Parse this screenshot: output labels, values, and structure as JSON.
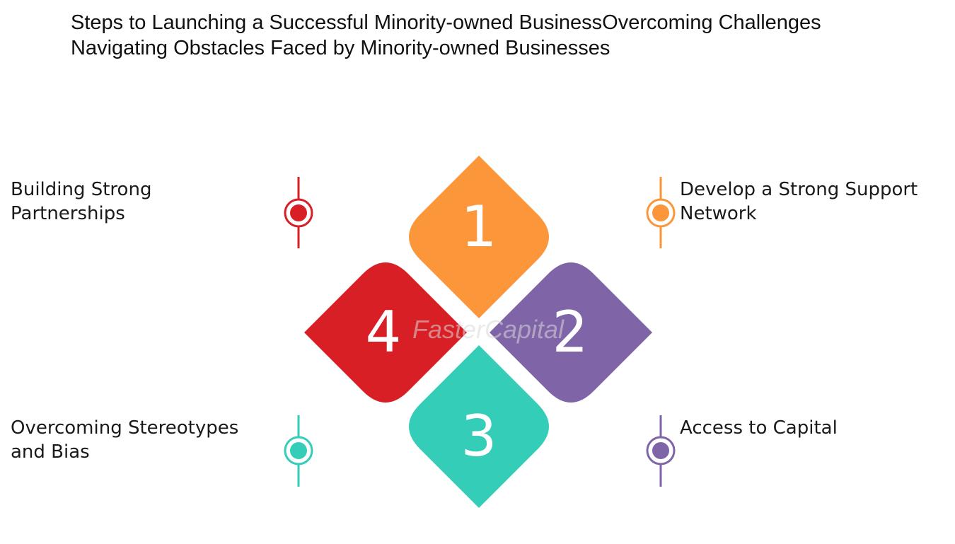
{
  "title": "Steps to Launching a Successful Minority-owned BusinessOvercoming Challenges Navigating Obstacles Faced by Minority-owned Businesses",
  "watermark": "FasterCapital",
  "steps": [
    {
      "number": "1",
      "label_lines": [
        "Develop a Strong Support",
        "Network"
      ],
      "color": "#FB963A"
    },
    {
      "number": "2",
      "label_lines": [
        "Access to Capital"
      ],
      "color": "#7F65A8"
    },
    {
      "number": "3",
      "label_lines": [
        "Overcoming Stereotypes",
        "and Bias"
      ],
      "color": "#34CDB8"
    },
    {
      "number": "4",
      "label_lines": [
        "Building Strong",
        "Partnerships"
      ],
      "color": "#D91F26"
    }
  ]
}
